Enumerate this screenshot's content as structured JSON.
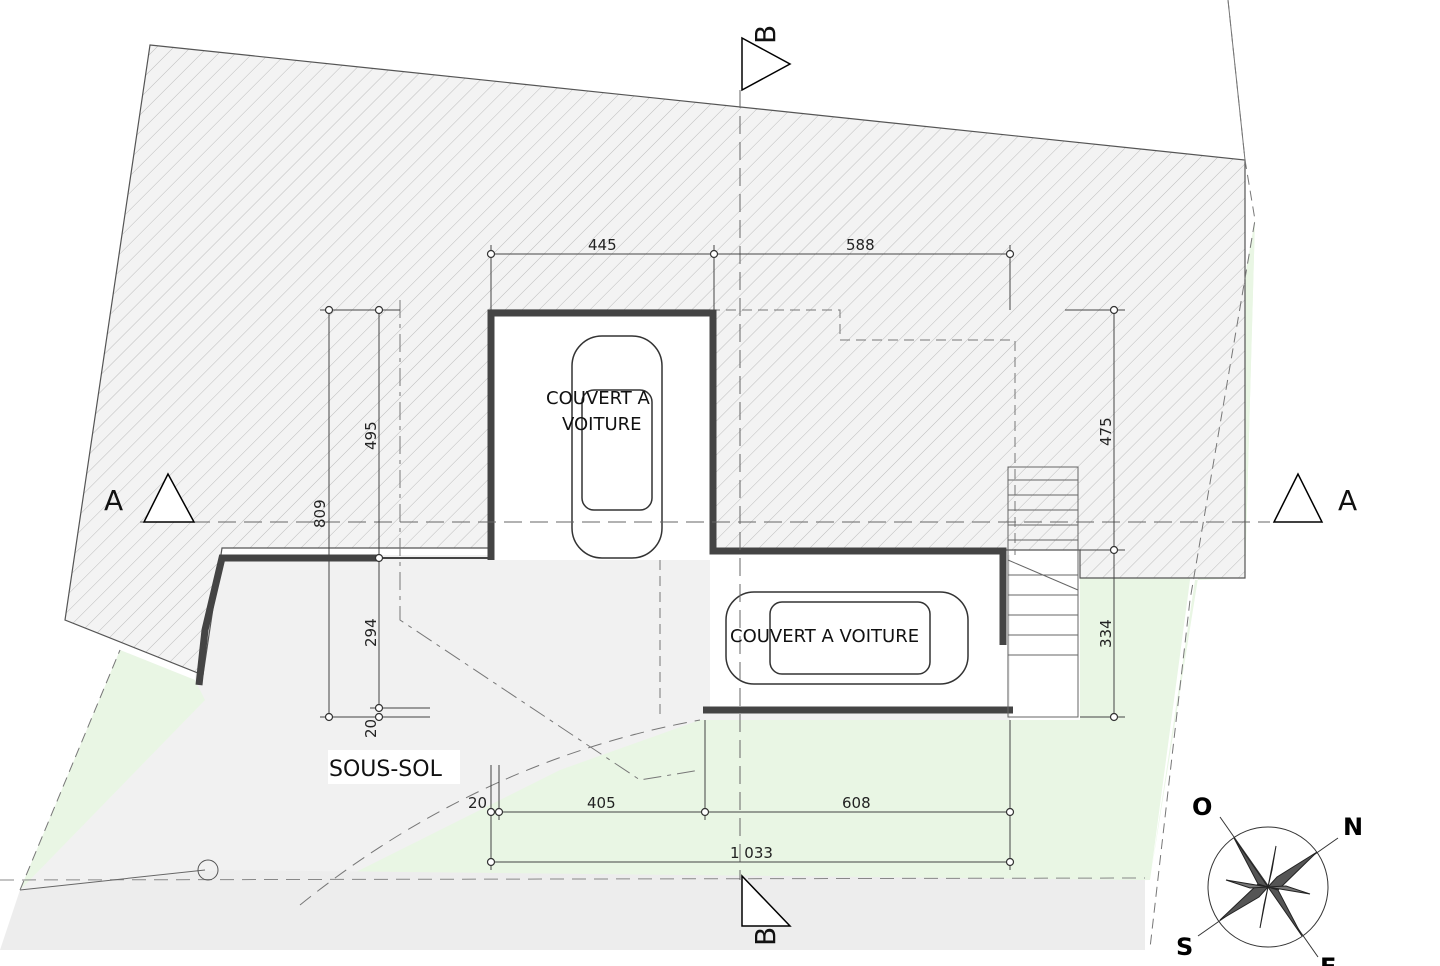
{
  "plan": {
    "rooms": {
      "carport_1_line1": "COUVERT A",
      "carport_1_line2": "VOITURE",
      "carport_2": "COUVERT A VOITURE",
      "basement": "SOUS-SOL"
    },
    "sections": {
      "a": "A",
      "b": "B"
    },
    "dimensions": {
      "top_left": "445",
      "top_right": "588",
      "bottom_left": "405",
      "bottom_right": "608",
      "bottom_total": "1 033",
      "bottom_offset": "20",
      "left_total": "809",
      "left_upper": "495",
      "left_lower": "294",
      "left_offset": "20",
      "right_upper": "475",
      "right_lower": "334"
    },
    "compass": {
      "north": "N",
      "south": "S",
      "east": "E",
      "west": "O"
    },
    "colors": {
      "hatch": "#f2f2f2",
      "ground": "#f1f1f1",
      "garden": "#e8f6e3",
      "wall": "#444444"
    }
  }
}
